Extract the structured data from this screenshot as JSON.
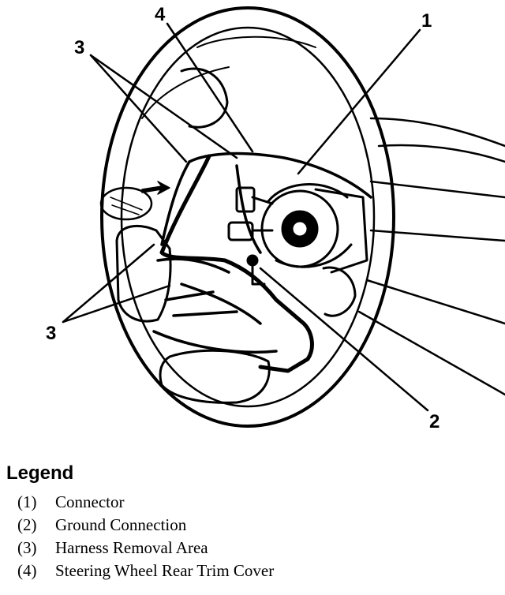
{
  "diagram": {
    "callouts": [
      {
        "id": "c1",
        "label": "1"
      },
      {
        "id": "c2",
        "label": "2"
      },
      {
        "id": "c3a",
        "label": "3"
      },
      {
        "id": "c3b",
        "label": "3"
      },
      {
        "id": "c4",
        "label": "4"
      }
    ]
  },
  "legend": {
    "title": "Legend",
    "items": [
      {
        "number": "(1)",
        "text": "Connector"
      },
      {
        "number": "(2)",
        "text": "Ground Connection"
      },
      {
        "number": "(3)",
        "text": "Harness Removal Area"
      },
      {
        "number": "(4)",
        "text": "Steering Wheel Rear Trim Cover"
      }
    ]
  }
}
